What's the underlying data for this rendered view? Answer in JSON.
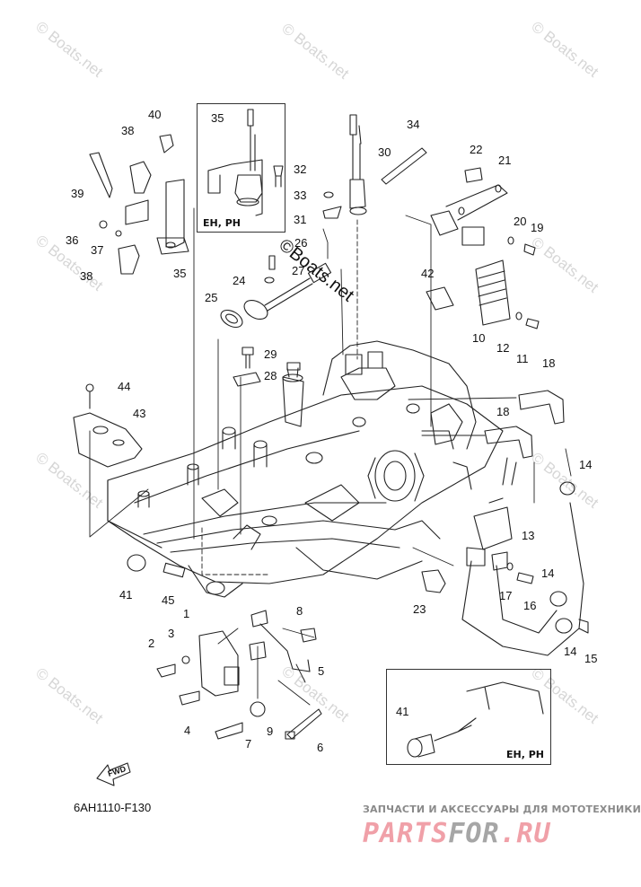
{
  "diagram": {
    "code": "6AH1110-F130",
    "direction_label": "FWD",
    "inset_variant_label": "EH, PH",
    "callouts": {
      "c1": "1",
      "c2": "2",
      "c3": "3",
      "c4": "4",
      "c5": "5",
      "c6": "6",
      "c7": "7",
      "c8": "8",
      "c9": "9",
      "c10": "10",
      "c11": "11",
      "c12": "12",
      "c13": "13",
      "c14a": "14",
      "c14b": "14",
      "c14c": "14",
      "c15": "15",
      "c16": "16",
      "c17": "17",
      "c18a": "18",
      "c18b": "18",
      "c19": "19",
      "c20": "20",
      "c21": "21",
      "c22": "22",
      "c23": "23",
      "c24": "24",
      "c25": "25",
      "c26": "26",
      "c27": "27",
      "c28": "28",
      "c29": "29",
      "c30": "30",
      "c31": "31",
      "c32": "32",
      "c33": "33",
      "c34": "34",
      "c35a": "35",
      "c35b": "35",
      "c36": "36",
      "c37": "37",
      "c38a": "38",
      "c38b": "38",
      "c39": "39",
      "c40": "40",
      "c41a": "41",
      "c41b": "41",
      "c42": "42",
      "c43": "43",
      "c44": "44",
      "c45": "45"
    }
  },
  "watermark": {
    "text": "© Boats.net",
    "dark_text": "©Boats.net"
  },
  "logo": {
    "subtitle": "ЗАПЧАСТИ И АКСЕССУАРЫ ДЛЯ МОТОТЕХНИКИ",
    "part1": "PARTS",
    "part2": "FOR",
    "part3": ".RU",
    "colors": {
      "pink": "#f0a0a8",
      "gray": "#a6a6a6"
    }
  }
}
